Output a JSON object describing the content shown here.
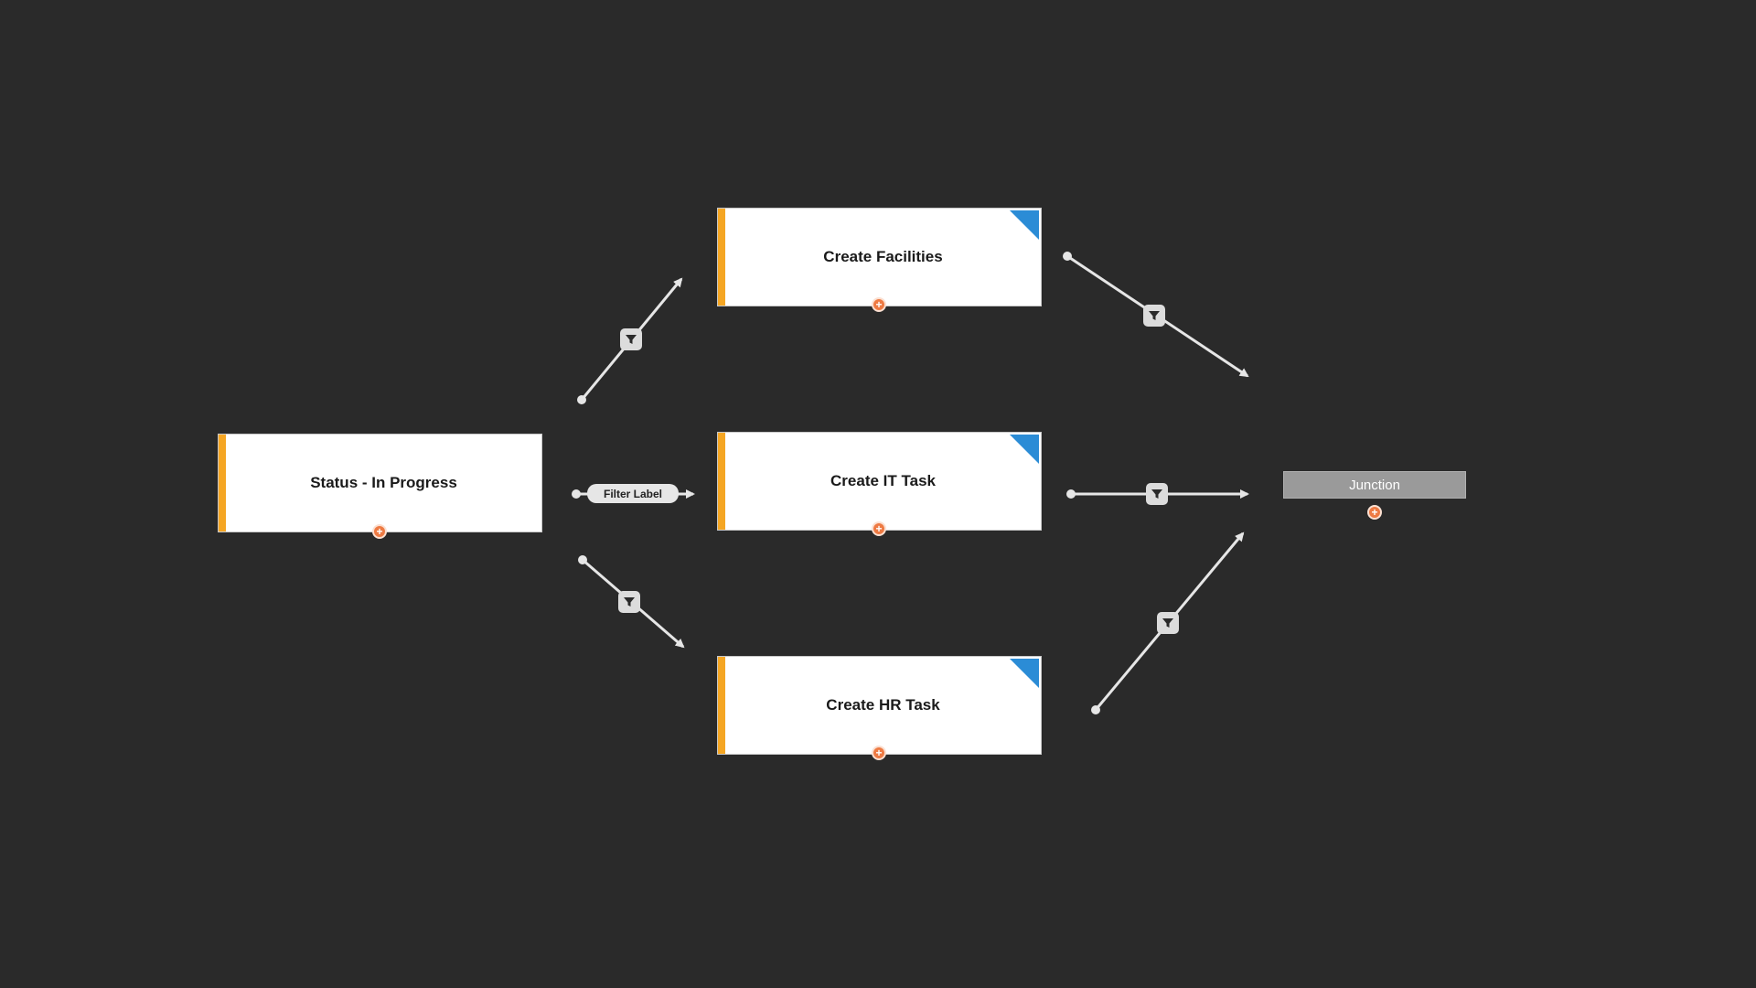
{
  "colors": {
    "background": "#2a2a2a",
    "node_accent": "#f5a623",
    "node_corner": "#2b8cd6",
    "add_button": "#ee7a43",
    "connector": "#e6e6e6",
    "junction_fill": "#9a9a9a"
  },
  "nodes": {
    "status": {
      "label": "Status - In Progress"
    },
    "facilities": {
      "label": "Create Facilities"
    },
    "it_task": {
      "label": "Create IT Task"
    },
    "hr_task": {
      "label": "Create HR Task"
    }
  },
  "junction": {
    "label": "Junction"
  },
  "connectors": {
    "status_to_it": {
      "label": "Filter Label"
    }
  },
  "icons": {
    "add": "plus-circle-icon",
    "filter": "funnel-icon"
  },
  "add_symbol": "+"
}
